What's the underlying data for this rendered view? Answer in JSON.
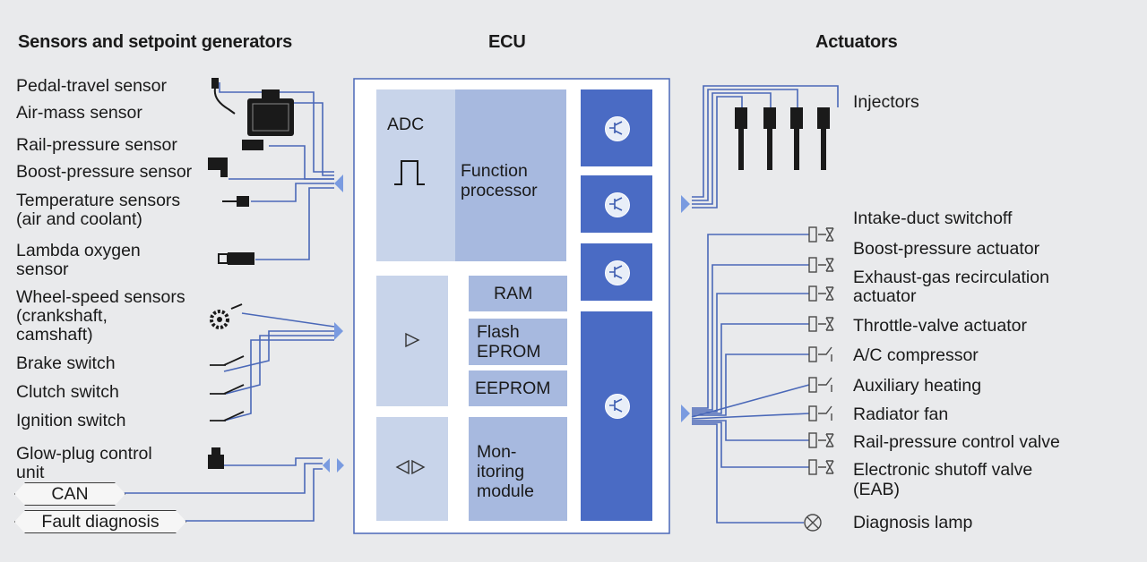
{
  "headers": {
    "sensors": "Sensors and setpoint generators",
    "ecu": "ECU",
    "actuators": "Actuators"
  },
  "sensors": [
    "Pedal-travel sensor",
    "Air-mass sensor",
    "Rail-pressure sensor",
    "Boost-pressure sensor",
    "Temperature sensors",
    "(air and coolant)",
    "Lambda oxygen",
    "sensor",
    "Wheel-speed sensors",
    "(crankshaft,",
    "camshaft)",
    "Brake switch",
    "Clutch switch",
    "Ignition switch",
    "Glow-plug control",
    "unit"
  ],
  "buses": [
    "CAN",
    "Fault diagnosis"
  ],
  "ecu": {
    "adc": "ADC",
    "function_processor": [
      "Function",
      "processor"
    ],
    "ram": "RAM",
    "flash": [
      "Flash",
      "EPROM"
    ],
    "eeprom": "EEPROM",
    "monitoring": [
      "Mon-",
      "itoring",
      "module"
    ]
  },
  "actuators": [
    "Injectors",
    "Intake-duct switchoff",
    "Boost-pressure actuator",
    "Exhaust-gas recirculation",
    "actuator",
    "Throttle-valve actuator",
    "A/C compressor",
    "Auxiliary heating",
    "Radiator fan",
    "Rail-pressure control valve",
    "Electronic shutoff valve",
    "(EAB)",
    "Diagnosis lamp"
  ],
  "colors": {
    "wire": "#4a68b8",
    "panel_light": "#c8d4ea",
    "panel_mid": "#a7b9df",
    "panel_dark": "#4a6bc4",
    "frame_bg": "#ffffff"
  }
}
